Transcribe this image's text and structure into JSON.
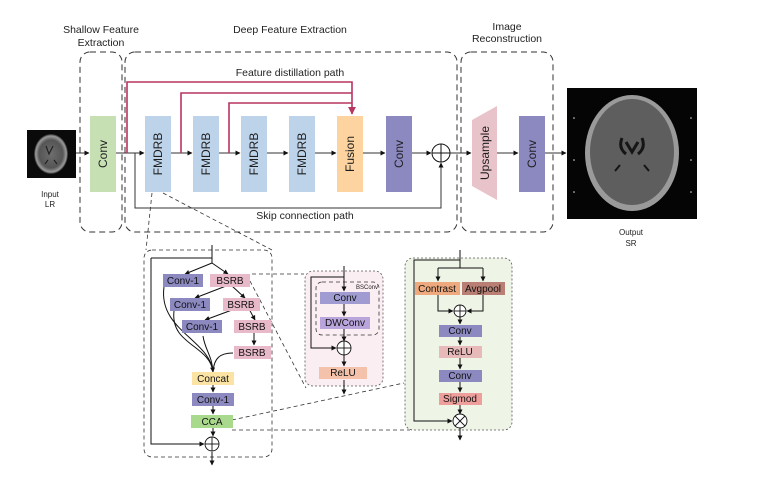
{
  "stages": {
    "shallow": "Shallow Feature Extraction",
    "shallow_line1": "Shallow Feature",
    "shallow_line2": "Extraction",
    "deep": "Deep Feature Extraction",
    "recon_line1": "Image",
    "recon_line2": "Reconstruction"
  },
  "input": {
    "line1": "Input",
    "line2": "LR"
  },
  "output": {
    "line1": "Output",
    "line2": "SR"
  },
  "main_blocks": {
    "shallow_conv": "Conv",
    "fmdrb": [
      "FMDRB",
      "FMDRB",
      "FMDRB",
      "FMDRB"
    ],
    "fusion": "Fusion",
    "deep_conv": "Conv",
    "upsample": "Upsample",
    "recon_conv": "Conv"
  },
  "paths": {
    "distillation": "Feature distillation path",
    "skip": "Skip connection path"
  },
  "fmdrb_detail": {
    "conv1": [
      "Conv-1",
      "Conv-1",
      "Conv-1"
    ],
    "bsrb": [
      "BSRB",
      "BSRB",
      "BSRB",
      "BSRB"
    ],
    "concat": "Concat",
    "conv1_after": "Conv-1",
    "cca": "CCA"
  },
  "bsrb_detail": {
    "bsconv_label": "BSConv",
    "conv": "Conv",
    "dwconv": "DWConv",
    "relu": "ReLU"
  },
  "cca_detail": {
    "contrast": "Contrast",
    "avgpool": "Avgpool",
    "conv1": "Conv",
    "relu": "ReLU",
    "conv2": "Conv",
    "sigmoid": "Sigmod"
  },
  "colors": {
    "conv_green": "#c6e0b4",
    "fmdrb_blue": "#bdd3ea",
    "fusion_orange": "#fdd3a0",
    "conv_purple": "#8c89c0",
    "upsample_pink": "#e9c3ca",
    "distill_red": "#b8355f",
    "bsrb_pink": "#e8b9c9",
    "concat_yellow": "#fbe3a4",
    "cca_green": "#a8d98c",
    "relu_salmon": "#f4c2ab",
    "contrast_orange": "#eeaa7e",
    "avgpool_brown": "#b97f74",
    "sigmoid_red": "#ef9f9b",
    "bsrb_panel": "#fbeef2",
    "cca_panel": "#eef4e6"
  }
}
